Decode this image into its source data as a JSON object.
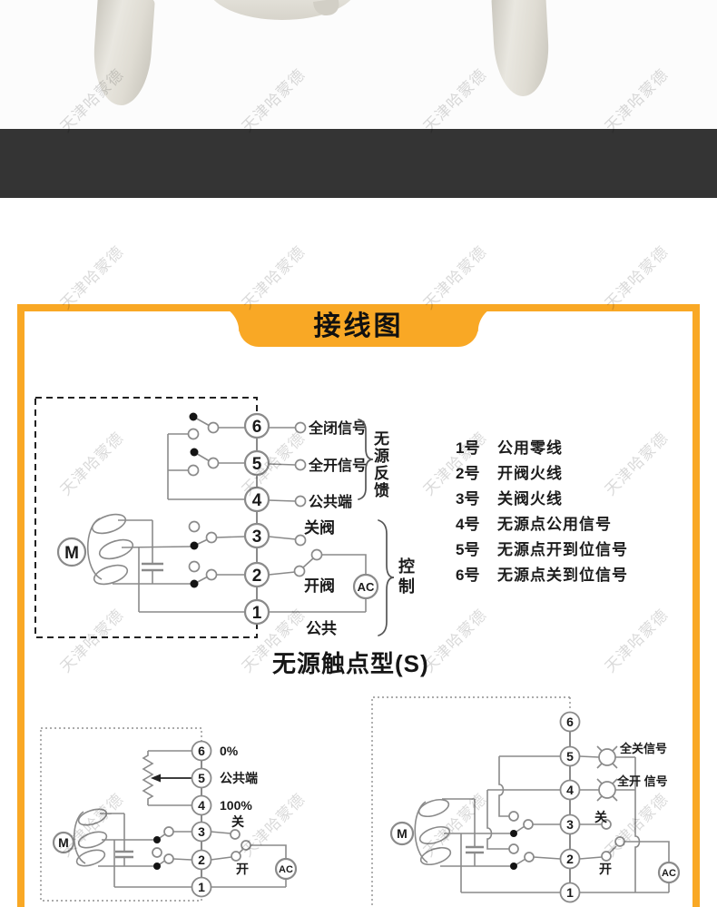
{
  "watermark": {
    "text": "天津哈蒙德"
  },
  "banner": {
    "title": "接线图"
  },
  "colors": {
    "accent": "#F9A825",
    "band": "#343434"
  },
  "main_diagram": {
    "terminals": [
      "6",
      "5",
      "4",
      "3",
      "2",
      "1"
    ],
    "labels": {
      "full_close_signal": "全闭信号",
      "full_open_signal": "全开信号",
      "common_terminal": "公共端",
      "close_valve": "关阀",
      "open_valve": "开阀",
      "common": "公共",
      "feedback_group": "无源反馈",
      "control_group": "控制",
      "motor": "M",
      "ac": "AC"
    },
    "caption": "无源触点型(S)"
  },
  "terminal_list": {
    "items": [
      {
        "no": "1号",
        "desc": "公用零线"
      },
      {
        "no": "2号",
        "desc": "开阀火线"
      },
      {
        "no": "3号",
        "desc": "关阀火线"
      },
      {
        "no": "4号",
        "desc": "无源点公用信号"
      },
      {
        "no": "5号",
        "desc": "无源点开到位信号"
      },
      {
        "no": "6号",
        "desc": "无源点关到位信号"
      }
    ]
  },
  "pot_diagram": {
    "terminals": [
      "6",
      "5",
      "4",
      "3",
      "2",
      "1"
    ],
    "labels": {
      "zero": "0%",
      "common_terminal": "公共端",
      "hundred": "100%",
      "close": "关",
      "open": "开",
      "motor": "M",
      "ac": "AC"
    }
  },
  "switch_diagram": {
    "terminals": [
      "6",
      "5",
      "4",
      "3",
      "2",
      "1"
    ],
    "labels": {
      "full_close_signal": "全关信号",
      "full_open_signal": "全开 信号",
      "close": "关",
      "open": "开",
      "motor": "M",
      "ac": "AC"
    }
  }
}
